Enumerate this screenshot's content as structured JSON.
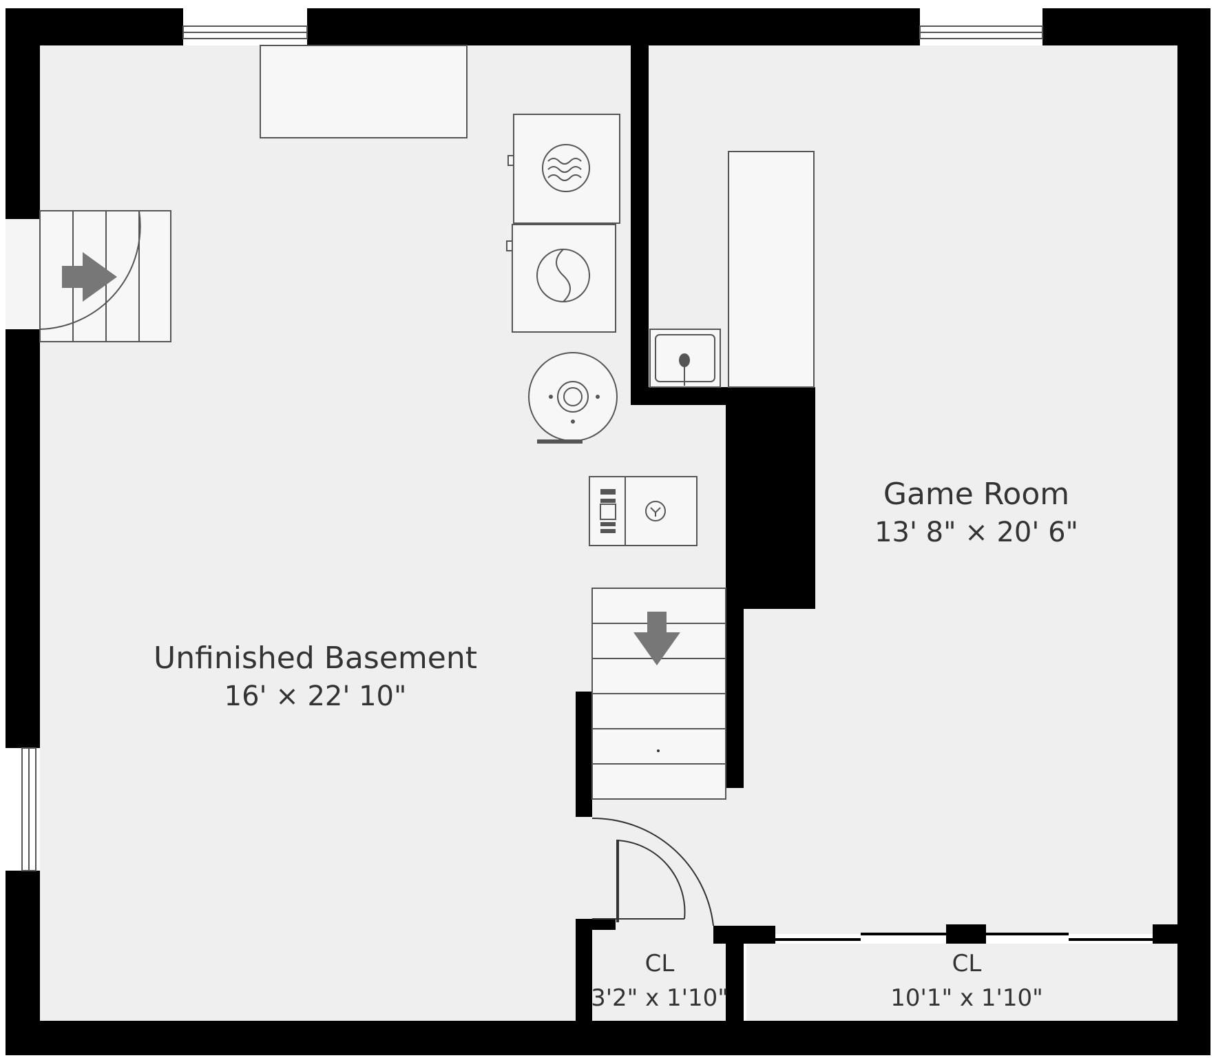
{
  "colors": {
    "floor": "#efefef",
    "wall": "#000000",
    "fixture_fill": "#f7f7f7",
    "fixture_stroke": "#555555",
    "arrow": "#777777",
    "text": "#333333"
  },
  "rooms": {
    "unfinished_basement": {
      "name": "Unfinished Basement",
      "dimensions": "16' × 22' 10\""
    },
    "game_room": {
      "name": "Game Room",
      "dimensions": "13' 8\" × 20' 6\""
    },
    "closet_small": {
      "name": "CL",
      "dimensions": "3'2\" x 1'10\""
    },
    "closet_large": {
      "name": "CL",
      "dimensions": "10'1\" x 1'10\""
    }
  },
  "fixtures": {
    "dryer": "dryer-icon",
    "washer": "washer-icon",
    "water_heater": "water-heater-icon",
    "furnace": "furnace-icon",
    "sink": "utility-sink-icon"
  }
}
